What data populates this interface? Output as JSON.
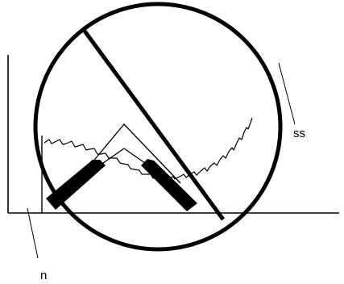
{
  "diagram": {
    "labels": {
      "saw_label": "ss",
      "fence_label": "n"
    },
    "prohibition_symbol": "circle-slash",
    "colors": {
      "ink": "#000000",
      "background": "#ffffff"
    }
  }
}
